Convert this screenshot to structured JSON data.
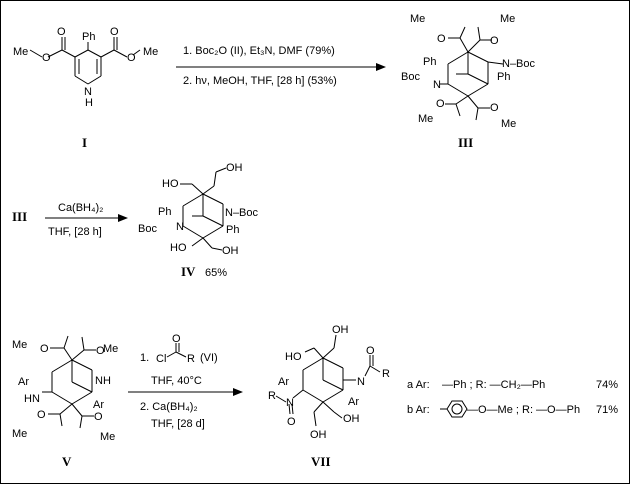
{
  "compounds": {
    "I": {
      "label": "I",
      "ph": "Ph",
      "me1": "Me",
      "me2": "Me",
      "nh": "N",
      "h": "H",
      "o": "O"
    },
    "III": {
      "label": "III",
      "me_top1": "Me",
      "me_top2": "Me",
      "me_bot1": "Me",
      "me_bot2": "Me",
      "ph1": "Ph",
      "ph2": "Ph",
      "boc1": "N–Boc",
      "boc2": "Boc",
      "n": "N",
      "o": "O"
    },
    "IV": {
      "label": "IV",
      "yield": "65%",
      "ho_top": "HO",
      "oh_top": "OH",
      "ph1": "Ph",
      "ph2": "Ph",
      "boc1": "N–Boc",
      "boc2": "Boc",
      "n": "N",
      "ho_bot": "HO",
      "oh_bot": "OH"
    },
    "V": {
      "label": "V",
      "me_top1": "Me",
      "me_top2": "Me",
      "me_bot1": "Me",
      "me_bot2": "Me",
      "ar1": "Ar",
      "ar2": "Ar",
      "hn": "HN",
      "nh": "NH",
      "o": "O"
    },
    "VII": {
      "label": "VII",
      "ho_top": "HO",
      "oh_top": "OH",
      "ar1": "Ar",
      "ar2": "Ar",
      "r1": "R",
      "r2": "R",
      "n": "N",
      "o": "O",
      "oh_bot": "OH"
    },
    "III_start": {
      "label": "III"
    }
  },
  "reaction1": {
    "step1": "1. Boc₂O  (II), Et₃N, DMF  (79%)",
    "step2": "2. hν,  MeOH, THF, [28 h]  (53%)"
  },
  "reaction2": {
    "reagent": "Ca(BH₄)₂",
    "conditions": "THF, [28 h]"
  },
  "reaction3": {
    "step1_num": "1.",
    "reagent_cl": "Cl",
    "reagent_r": "R",
    "reagent_o": "O",
    "reagent_id": "(VI)",
    "step1_cond": "THF, 40°C",
    "step2": "2. Ca(BH₄)₂",
    "step2_cond": "THF, [28 d]"
  },
  "legend": [
    {
      "key": "a Ar:",
      "ar_text": "—Ph ; R: —CH₂—Ph",
      "yield": "74%"
    },
    {
      "key": "b Ar:",
      "ar_text": "—O—Me ; R: —O—Ph",
      "yield": "71%"
    }
  ]
}
